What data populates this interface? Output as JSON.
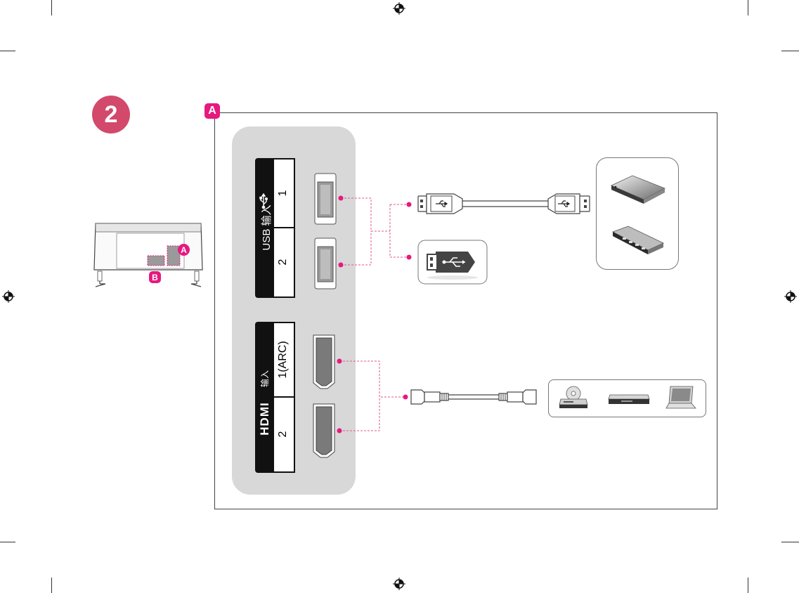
{
  "step": {
    "number": "2"
  },
  "panel_tag": "A",
  "tv_thumb": {
    "tag_a": "A",
    "tag_b": "B"
  },
  "usb": {
    "label": "USB 输入",
    "port1": "1",
    "port2": "2"
  },
  "hdmi": {
    "logo": "HDMI",
    "label": "输入",
    "port1": "1(ARC)",
    "port2": "2"
  },
  "colors": {
    "accent_pink": "#e6197e",
    "step_badge": "#d3496b",
    "panel_gray": "#d8d8d8",
    "dashed_line": "#e05a8a"
  },
  "icons": [
    "usb-trident-icon",
    "usb-flash-drive-icon",
    "external-hdd-icon",
    "usb-hub-icon",
    "dvd-player-icon",
    "set-top-box-icon",
    "laptop-icon",
    "hdmi-cable-icon",
    "usb-cable-icon"
  ]
}
